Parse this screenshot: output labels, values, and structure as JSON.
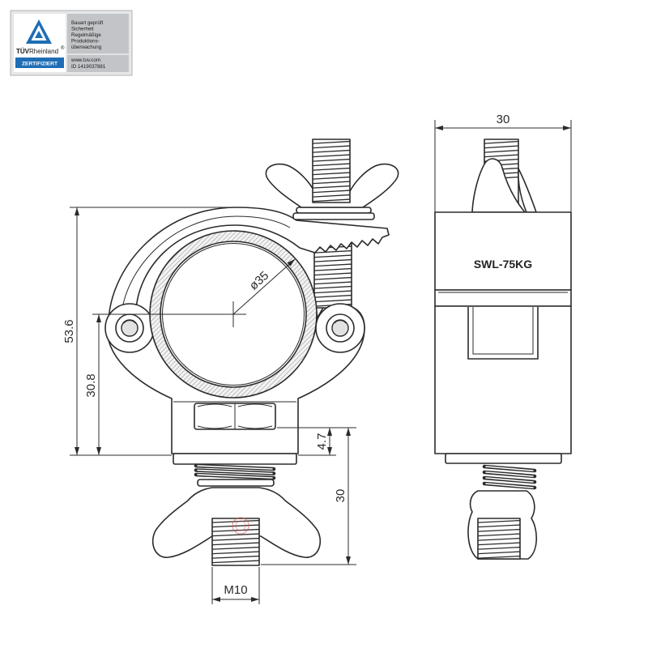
{
  "badge": {
    "brand_bold": "TÜV",
    "brand_rest": "Rheinland",
    "registered": "®",
    "certified": "ZERTIFIZIERT",
    "lines": [
      "Bauart geprüft",
      "Sicherheit",
      "Regelmäßige",
      "Produktions-",
      "überwachung"
    ],
    "website": "www.tuv.com",
    "id": "ID 1419037881",
    "icon": "tuv-triangle-logo",
    "colors": {
      "blue": "#1f6db5",
      "panel": "#c2c4c7"
    }
  },
  "front_view": {
    "overall_height": "53.6",
    "center_height": "30.8",
    "tube_diameter": "ø35",
    "plate_thickness": "4.7",
    "bolt_length": "30",
    "thread_size": "M10"
  },
  "side_view": {
    "width": "30",
    "marking": "SWL-75KG"
  },
  "colors": {
    "line": "#2b2b2b",
    "hatch": "#9a9a9a",
    "background": "#ffffff"
  }
}
